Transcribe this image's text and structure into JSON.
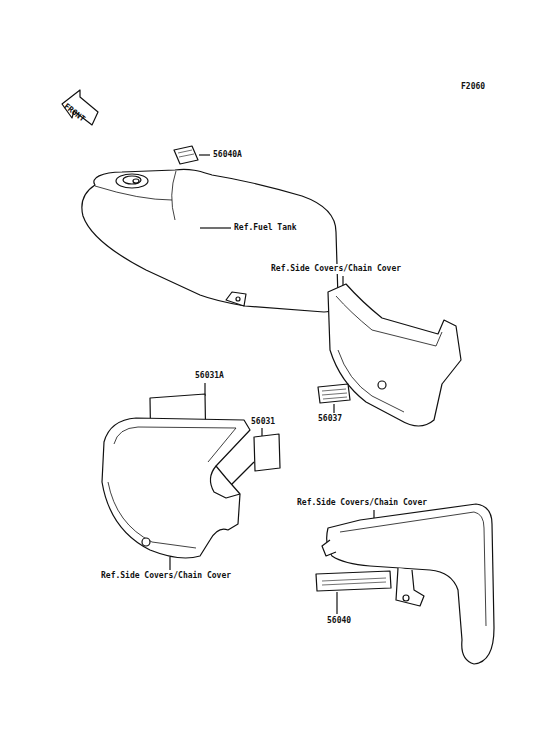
{
  "diagram": {
    "labels": [
      "F2060",
      "FRONT",
      "56040A",
      "Ref.Fuel Tank",
      "Ref.Side Covers/Chain Cover",
      "56031A",
      "56031",
      "56037",
      "Ref.Side Covers/Chain Cover",
      "Ref.Side Covers/Chain Cover",
      "56040"
    ]
  }
}
